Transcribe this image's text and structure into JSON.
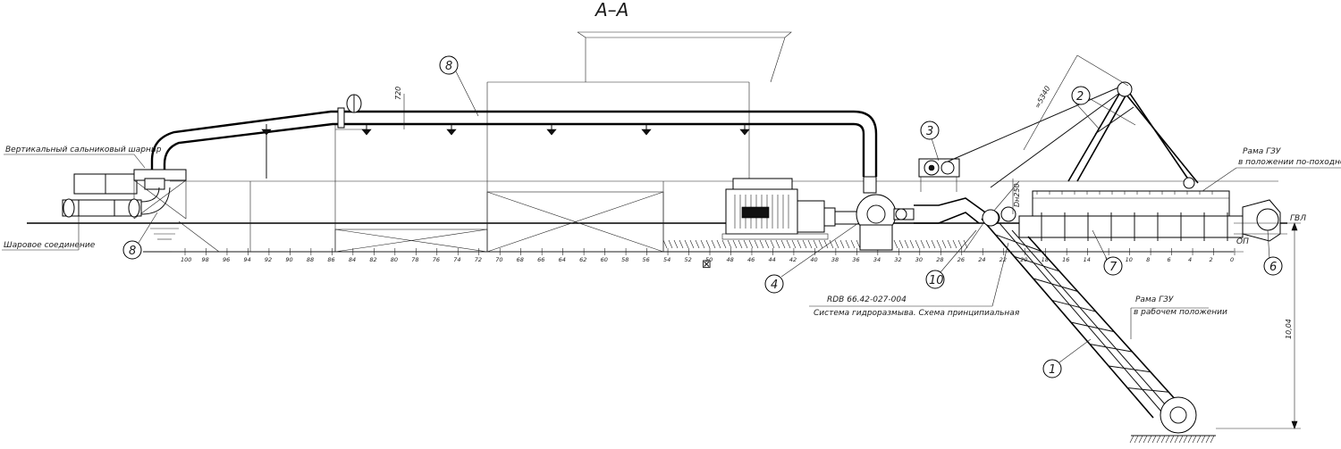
{
  "title": "А–А",
  "labels": {
    "swivel_joint": "Вертикальный сальниковый шарнир",
    "ball_joint": "Шаровое соединение",
    "frame_transport_1": "Рама ГЗУ",
    "frame_transport_2": "в положении по-походному",
    "frame_work_1": "Рама ГЗУ",
    "frame_work_2": "в рабочем положении",
    "doc_code": "RDB 66.42-027-004",
    "doc_title": "Система гидроразмыва. Схема принципиальная",
    "gvl": "ГВЛ",
    "op": "ОП"
  },
  "dimensions": {
    "d720": "720",
    "d5340": "≈5340",
    "d250": "Dн250",
    "d1004": "10,04"
  },
  "callouts": {
    "c1": "1",
    "c2": "2",
    "c3": "3",
    "c4": "4",
    "c6": "6",
    "c7": "7",
    "c8a": "8",
    "c8b": "8",
    "c10": "10"
  },
  "frame_ticks": [
    "100",
    "98",
    "96",
    "94",
    "92",
    "90",
    "88",
    "86",
    "84",
    "82",
    "80",
    "78",
    "76",
    "74",
    "72",
    "70",
    "68",
    "66",
    "64",
    "62",
    "60",
    "58",
    "56",
    "54",
    "52",
    "50",
    "48",
    "46",
    "44",
    "42",
    "40",
    "38",
    "36",
    "34",
    "32",
    "30",
    "28",
    "26",
    "24",
    "22",
    "20",
    "18",
    "16",
    "14",
    "12",
    "10",
    "8",
    "6",
    "4",
    "2",
    "0"
  ],
  "midship_mark": "⊠"
}
